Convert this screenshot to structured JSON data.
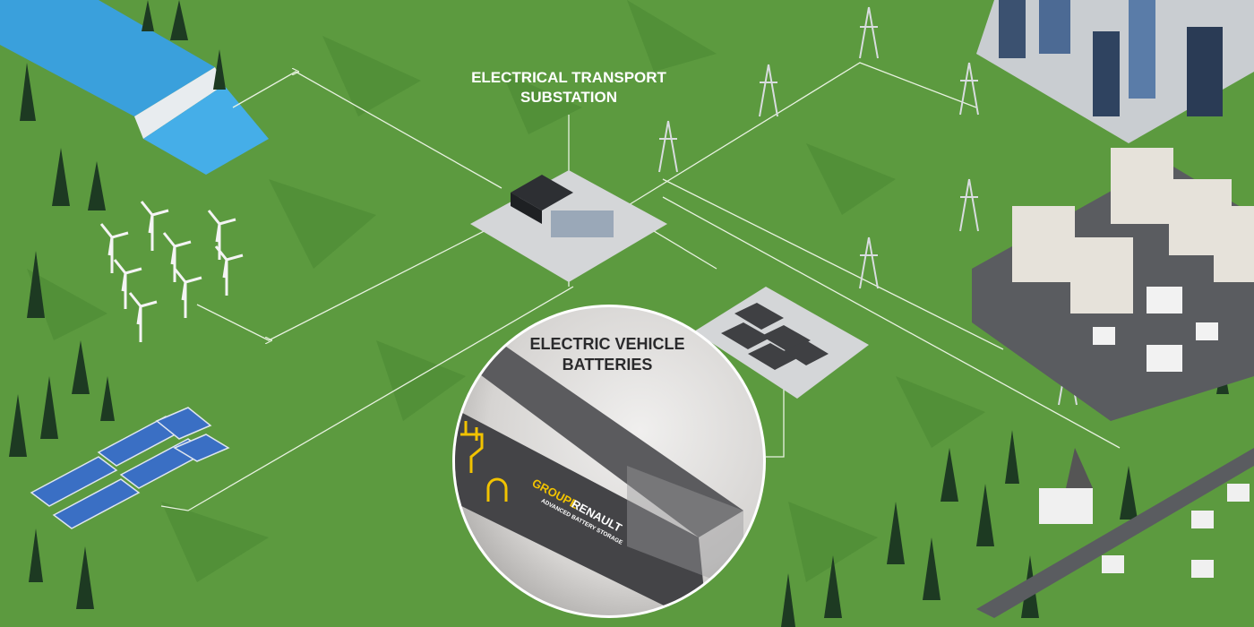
{
  "labels": {
    "substation_line1": "ELECTRICAL TRANSPORT",
    "substation_line2": "SUBSTATION",
    "batteries_line1": "ELECTRIC VEHICLE",
    "batteries_line2": "BATTERIES"
  },
  "container_branding": {
    "brand_word1": "GROUPE",
    "brand_word2": "RENAULT",
    "tagline": "ADVANCED BATTERY STORAGE"
  },
  "colors": {
    "grass": "#5c9a3f",
    "grass_dark": "#4a8533",
    "water": "#3aa0dc",
    "brand_yellow": "#f2c300",
    "container": "#4a4a4c",
    "flow_line": "#e8f2e0"
  }
}
